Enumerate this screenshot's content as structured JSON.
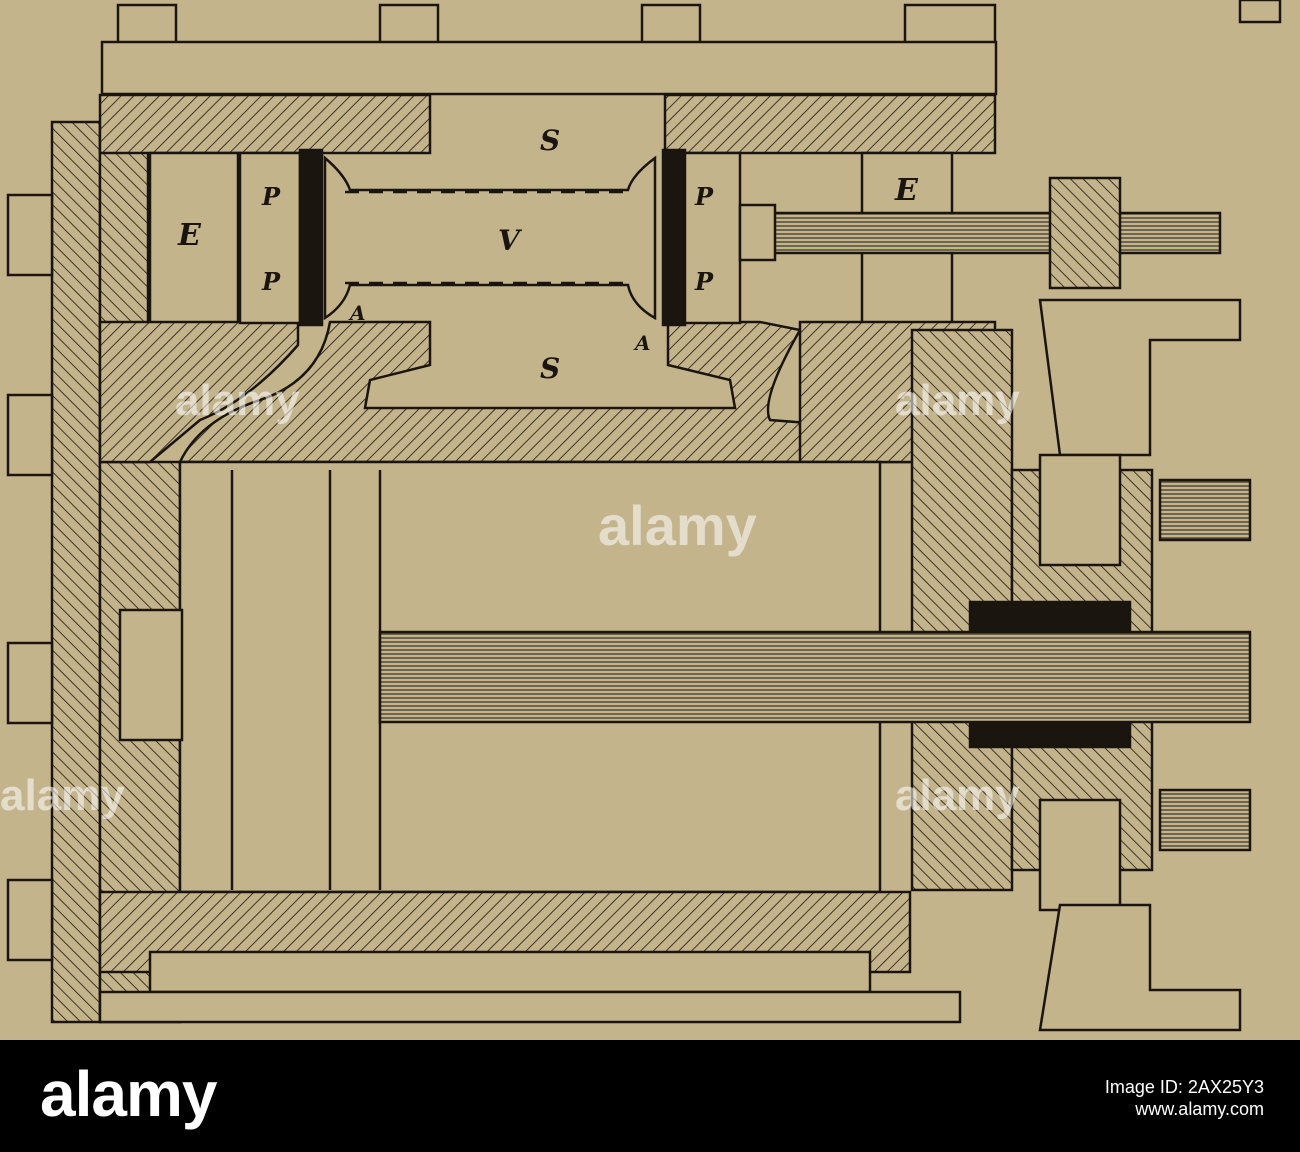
{
  "figure": {
    "labels": {
      "steam_top": "S",
      "steam_bottom": "S",
      "exhaust_left": "E",
      "exhaust_right": "E",
      "valve": "V",
      "port_left_upper": "P",
      "port_left_lower": "P",
      "port_right_upper": "P",
      "port_right_lower": "P",
      "a_left": "A",
      "a_right": "A"
    },
    "watermark_text": "alamy"
  },
  "footer": {
    "logo": "alamy",
    "image_id_label": "Image ID: 2AX25Y3",
    "url": "www.alamy.com"
  },
  "colors": {
    "paper": "#c4b48c",
    "ink": "#1a150e",
    "footer_bg": "#000000",
    "footer_text": "#ffffff"
  }
}
